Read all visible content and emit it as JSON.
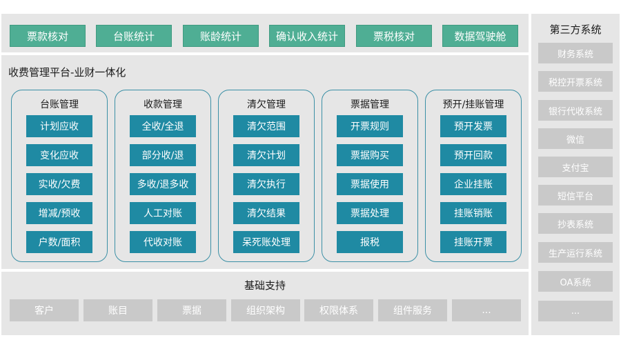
{
  "top_nav": {
    "items": [
      "票款核对",
      "台账统计",
      "账龄统计",
      "确认收入统计",
      "票税核对",
      "数据驾驶舱"
    ]
  },
  "platform": {
    "title": "收费管理平台-业财一体化",
    "modules": [
      {
        "title": "台账管理",
        "items": [
          "计划应收",
          "变化应收",
          "实收/欠费",
          "增减/预收",
          "户数/面积"
        ]
      },
      {
        "title": "收款管理",
        "items": [
          "全收/全退",
          "部分收/退",
          "多收/退多收",
          "人工对账",
          "代收对账"
        ]
      },
      {
        "title": "清欠管理",
        "items": [
          "清欠范围",
          "清欠计划",
          "清欠执行",
          "清欠结果",
          "呆死账处理"
        ]
      },
      {
        "title": "票据管理",
        "items": [
          "开票规则",
          "票据购买",
          "票据使用",
          "票据处理",
          "报税"
        ]
      },
      {
        "title": "预开/挂账管理",
        "items": [
          "预开发票",
          "预开回款",
          "企业挂账",
          "挂账销账",
          "挂账开票"
        ]
      }
    ]
  },
  "base": {
    "title": "基础支持",
    "items": [
      "客户",
      "账目",
      "票据",
      "组织架构",
      "权限体系",
      "组件服务",
      "..."
    ]
  },
  "third_party": {
    "title": "第三方系统",
    "items": [
      "财务系统",
      "税控开票系统",
      "银行代收系统",
      "微信",
      "支付宝",
      "短信平台",
      "抄表系统",
      "生产运行系统",
      "OA系统",
      "..."
    ]
  },
  "colors": {
    "panel_bg": "#e6e6e6",
    "top_button": "#4fae94",
    "module_item": "#1f8aa3",
    "module_border": "#3a8fa5",
    "grey_item": "#c9c9c9"
  }
}
